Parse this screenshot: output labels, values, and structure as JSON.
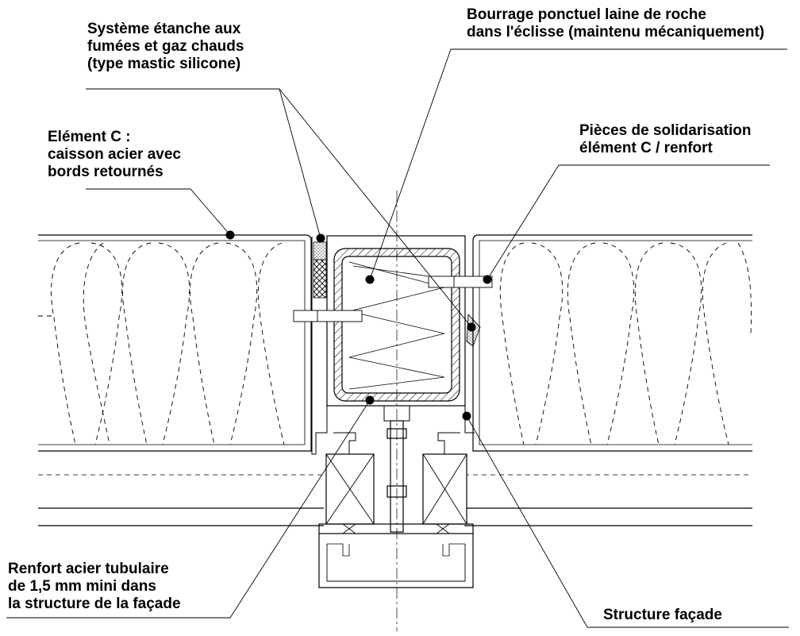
{
  "labels": {
    "smoke_seal": [
      "Système étanche aux",
      "fumées et gaz chauds",
      "(type mastic silicone)"
    ],
    "rock_wool": [
      "Bourrage ponctuel laine de roche",
      "dans l'éclisse (maintenu mécaniquement)"
    ],
    "element_c": [
      "Elément C :",
      "caisson acier avec",
      "bords retournés"
    ],
    "fixing_parts": [
      "Pièces de solidarisation",
      "élément C / renfort"
    ],
    "steel_reinforcement": [
      "Renfort acier tubulaire",
      "de 1,5  mm mini dans",
      "la structure de la façade"
    ],
    "facade_structure": [
      "Structure façade"
    ]
  },
  "colors": {
    "line": "#000000",
    "background": "#ffffff"
  }
}
